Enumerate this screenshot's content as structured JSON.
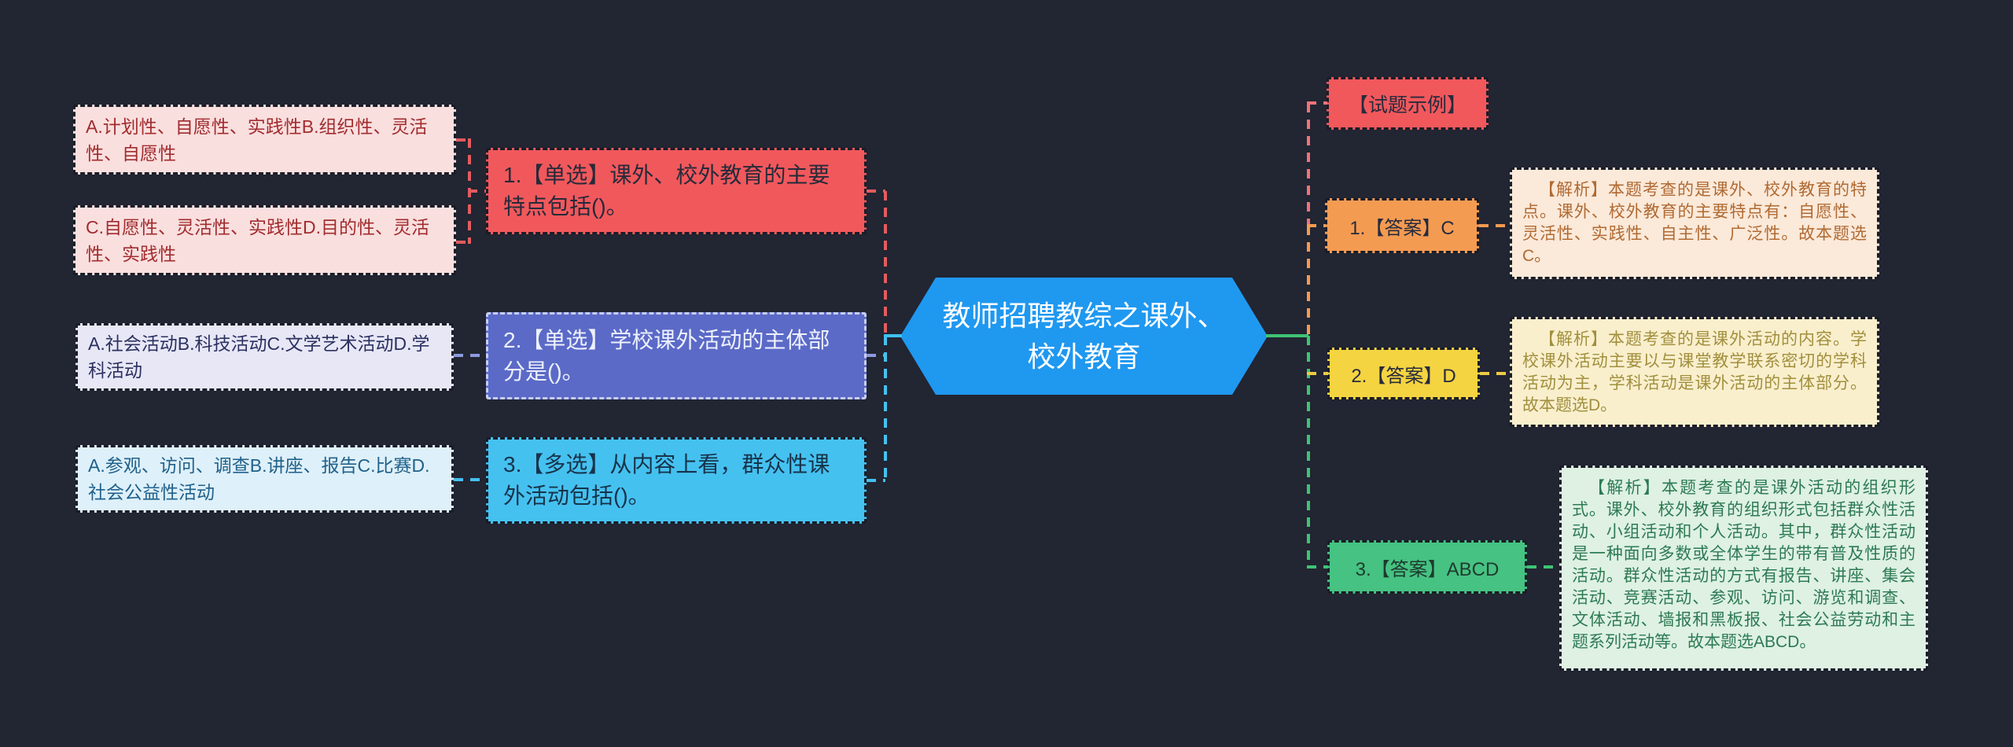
{
  "center": {
    "title": "教师招聘教综之课外、校外教育"
  },
  "questions": [
    {
      "label": "1.【单选】课外、校外教育的主要特点包括()。",
      "options": [
        "A.计划性、自愿性、实践性B.组织性、灵活性、自愿性",
        "C.自愿性、灵活性、实践性D.目的性、灵活性、实践性"
      ]
    },
    {
      "label": "2.【单选】学校课外活动的主体部分是()。",
      "options": [
        "A.社会活动B.科技活动C.文学艺术活动D.学科活动"
      ]
    },
    {
      "label": "3.【多选】从内容上看，群众性课外活动包括()。",
      "options": [
        "A.参观、访问、调查B.讲座、报告C.比赛D.社会公益性活动"
      ]
    }
  ],
  "answers": {
    "header": "【试题示例】",
    "items": [
      {
        "label": "1.【答案】C",
        "explanation": "【解析】本题考查的是课外、校外教育的特点。课外、校外教育的主要特点有：自愿性、灵活性、实践性、自主性、广泛性。故本题选C。"
      },
      {
        "label": "2.【答案】D",
        "explanation": "【解析】本题考查的是课外活动的内容。学校课外活动主要以与课堂教学联系密切的学科活动为主，学科活动是课外活动的主体部分。故本题选D。"
      },
      {
        "label": "3.【答案】ABCD",
        "explanation": "【解析】本题考查的是课外活动的组织形式。课外、校外教育的组织形式包括群众性活动、小组活动和个人活动。其中，群众性活动是一种面向多数或全体学生的带有普及性质的活动。群众性活动的方式有报告、讲座、集会活动、竞赛活动、参观、访问、游览和调查、文体活动、墙报和黑板报、社会公益劳动和主题系列活动等。故本题选ABCD。"
      }
    ]
  },
  "palette": {
    "background": "#222532",
    "center_blue": "#1f98f0",
    "red": "#f1585c",
    "pink_fill": "#fadfdf",
    "indigo": "#5b6ac7",
    "lavender_fill": "#e7e7f6",
    "sky_blue": "#45c1f0",
    "pale_blue_fill": "#def0f9",
    "orange": "#f49b52",
    "peach_fill": "#fbe9d9",
    "yellow": "#f5d441",
    "pale_yellow_fill": "#f9efcd",
    "green": "#46c282",
    "pale_green_fill": "#def1e3"
  }
}
